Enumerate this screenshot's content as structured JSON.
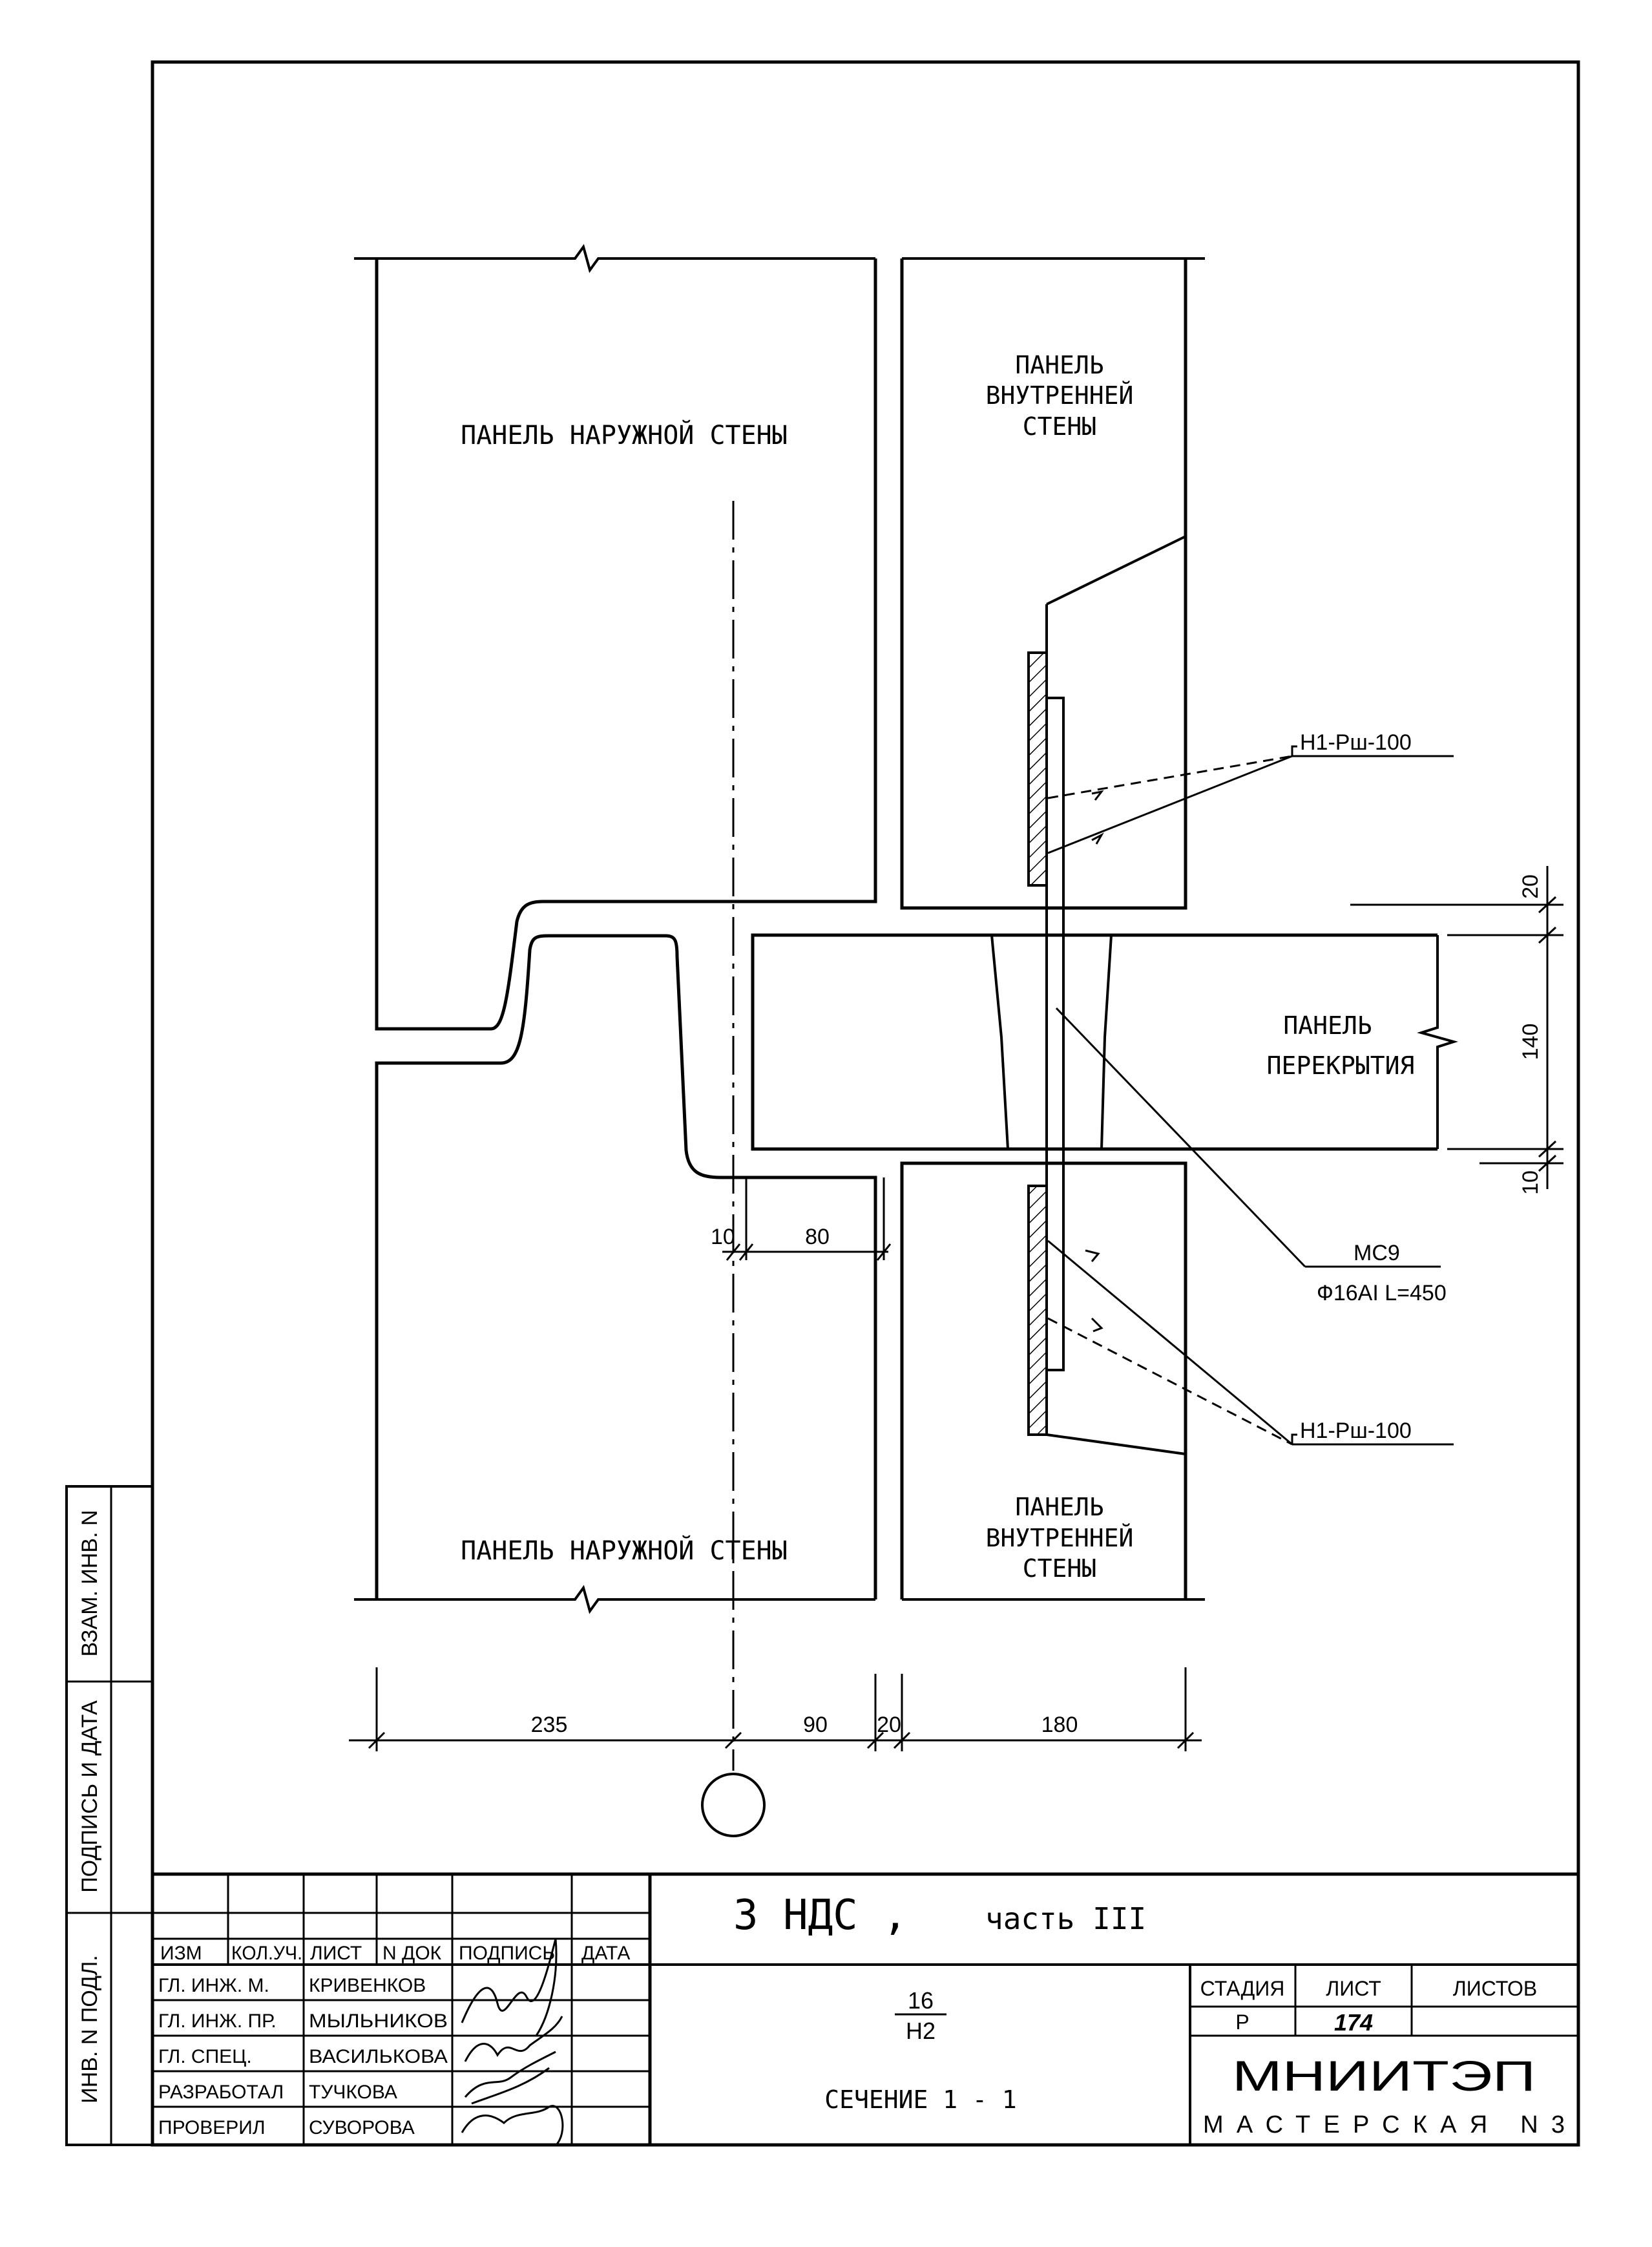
{
  "drawing": {
    "labels": {
      "outer_wall_top": "ПАНЕЛЬ НАРУЖНОЙ СТЕНЫ",
      "outer_wall_bottom": "ПАНЕЛЬ НАРУЖНОЙ СТЕНЫ",
      "inner_wall_top": [
        "ПАНЕЛЬ",
        "ВНУТРЕННЕЙ",
        "СТЕНЫ"
      ],
      "inner_wall_bottom": [
        "ПАНЕЛЬ",
        "ВНУТРЕННЕЙ",
        "СТЕНЫ"
      ],
      "floor_panel": [
        "ПАНЕЛЬ",
        "ПЕРЕКРЫТИЯ"
      ],
      "leader_top": "Н1-Рш-100",
      "leader_bottom": "Н1-Рш-100",
      "leader_mid_1": "МС9",
      "leader_mid_2": "Ф16АI L=450"
    },
    "dimensions": {
      "d_10_left": "10",
      "d_80": "80",
      "d_20_right": "20",
      "d_140": "140",
      "d_10_right": "10",
      "d_235": "235",
      "d_90": "90",
      "d_20_bottom": "20",
      "d_180": "180"
    }
  },
  "side_stamp": {
    "col1": "ИНВ. N ПОДЛ.",
    "col2": "ПОДПИСЬ И ДАТА",
    "col3": "ВЗАМ. ИНВ. N"
  },
  "title_block": {
    "project": "3 НДС ,",
    "part": "часть III",
    "headers": [
      "ИЗМ",
      "КОЛ.УЧ.",
      "ЛИСТ",
      "N ДОК",
      "ПОДПИСЬ",
      "ДАТА"
    ],
    "people": [
      {
        "role": "ГЛ. ИНЖ. М.",
        "name": "КРИВЕНКОВ"
      },
      {
        "role": "ГЛ. ИНЖ. ПР.",
        "name": "МЫЛЬНИКОВ"
      },
      {
        "role": "ГЛ. СПЕЦ.",
        "name": "ВАСИЛЬКОВА"
      },
      {
        "role": "РАЗРАБОТАЛ",
        "name": "ТУЧКОВА"
      },
      {
        "role": "ПРОВЕРИЛ",
        "name": "СУВОРОВА"
      }
    ],
    "code_num": "16",
    "code_den": "Н2",
    "section": "СЕЧЕНИЕ 1 - 1",
    "stage_header": "СТАДИЯ",
    "sheet_header": "ЛИСТ",
    "sheets_header": "ЛИСТОВ",
    "stage": "Р",
    "sheet": "174",
    "sheets": "",
    "org": "МНИИТЭП",
    "workshop": "МАСТЕРСКАЯ N3"
  }
}
